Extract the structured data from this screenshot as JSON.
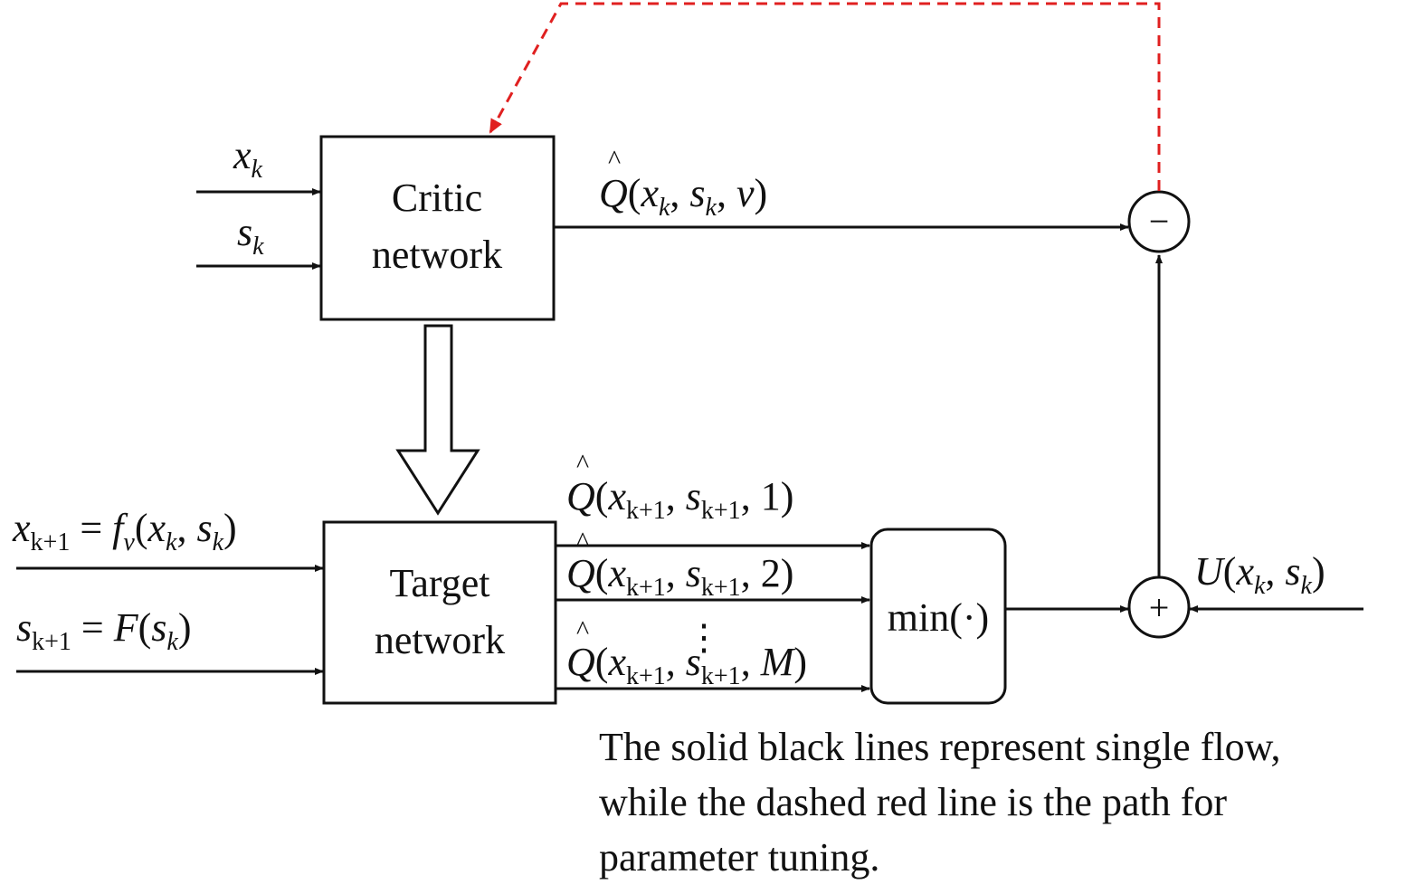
{
  "critic": {
    "line1": "Critic",
    "line2": "network"
  },
  "target": {
    "line1": "Target",
    "line2": "network"
  },
  "min_block": {
    "label": "min(·)"
  },
  "minus_node": {
    "symbol": "−"
  },
  "plus_node": {
    "symbol": "+"
  },
  "inputs": {
    "xk": {
      "base": "x",
      "sub": "k"
    },
    "sk": {
      "base": "s",
      "sub": "k"
    },
    "xk1": {
      "lhs": "x",
      "lhs_sub": "k+1",
      "eq": " = ",
      "f": "f",
      "f_sub": "v",
      "open": "(",
      "a": "x",
      "a_sub": "k",
      "comma": ", ",
      "b": "s",
      "b_sub": "k",
      "close": ")"
    },
    "sk1": {
      "lhs": "s",
      "lhs_sub": "k+1",
      "eq": " = ",
      "F": "F",
      "open": "(",
      "a": "s",
      "a_sub": "k",
      "close": ")"
    }
  },
  "q_critic": {
    "hat": "^",
    "Q": "Q",
    "open": "(",
    "x": "x",
    "x_sub": "k",
    "c1": ", ",
    "s": "s",
    "s_sub": "k",
    "c2": ", ",
    "v": "v",
    "close": ")"
  },
  "q_targets": [
    {
      "hat": "^",
      "Q": "Q",
      "open": "(",
      "x": "x",
      "x_sub": "k+1",
      "c1": ", ",
      "s": "s",
      "s_sub": "k+1",
      "c2": ", ",
      "arg": "1",
      "close": ")"
    },
    {
      "hat": "^",
      "Q": "Q",
      "open": "(",
      "x": "x",
      "x_sub": "k+1",
      "c1": ", ",
      "s": "s",
      "s_sub": "k+1",
      "c2": ", ",
      "arg": "2",
      "close": ")"
    },
    {
      "hat": "^",
      "Q": "Q",
      "open": "(",
      "x": "x",
      "x_sub": "k+1",
      "c1": ", ",
      "s": "s",
      "s_sub": "k+1",
      "c2": ", ",
      "arg": "M",
      "close": ")"
    }
  ],
  "vdots": "⋮",
  "utility": {
    "U": "U",
    "open": "(",
    "x": "x",
    "x_sub": "k",
    "comma": ", ",
    "s": "s",
    "s_sub": "k",
    "close": ")"
  },
  "caption": {
    "line1": "The solid black lines represent single flow,",
    "line2": "while the dashed red line is the path for",
    "line3": "parameter tuning."
  },
  "colors": {
    "line": "#111111",
    "feedback": "#e02020"
  }
}
